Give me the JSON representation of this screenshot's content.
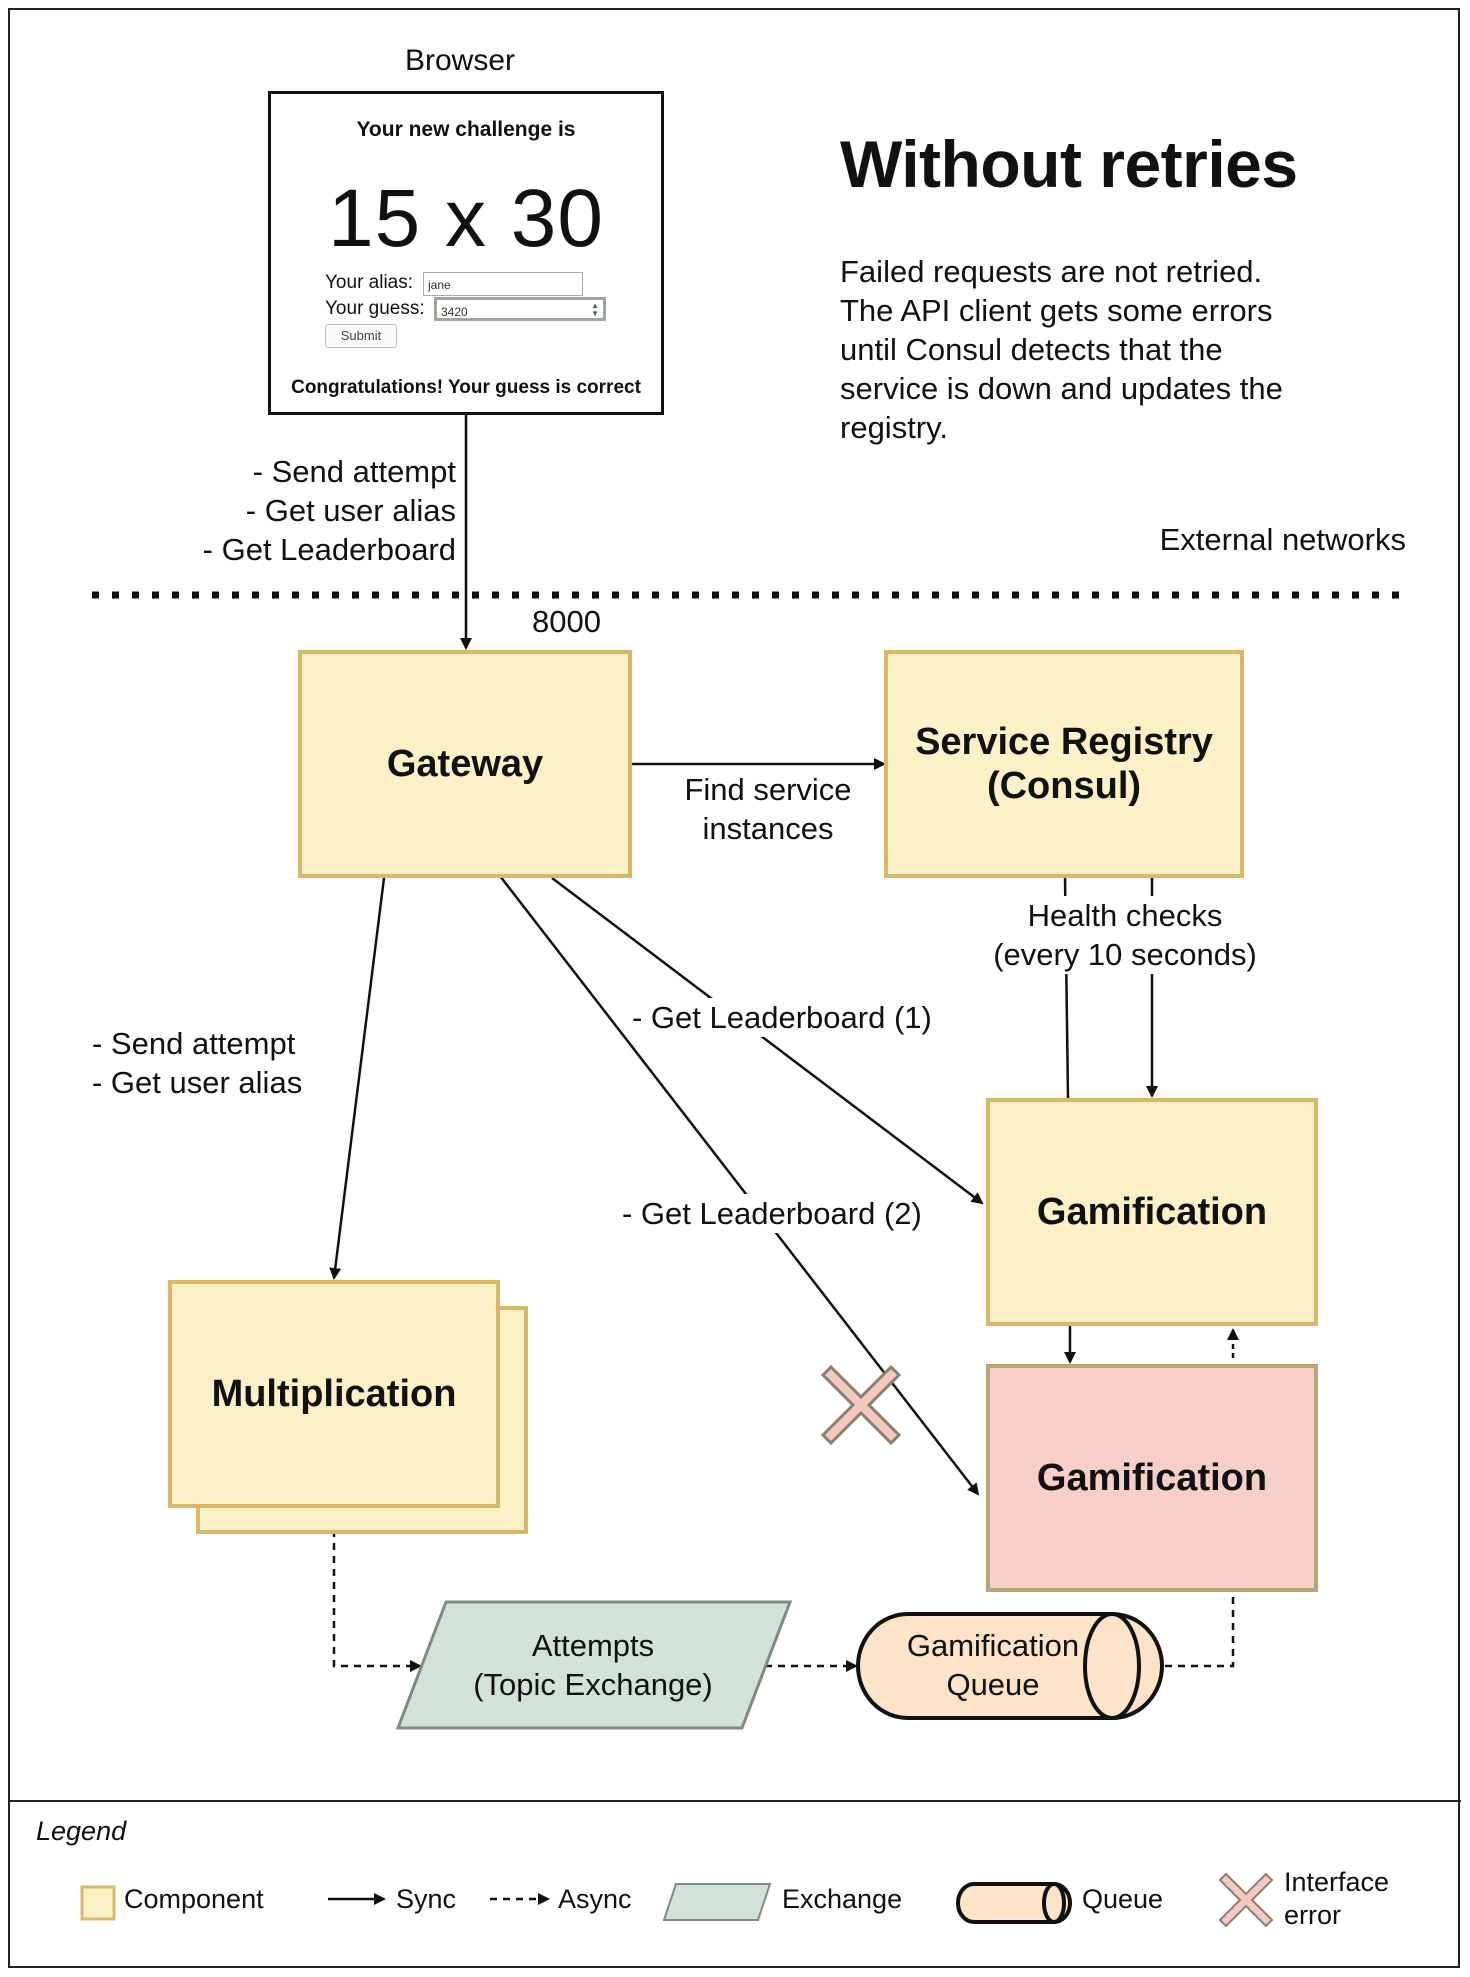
{
  "browser": {
    "title": "Browser",
    "heading": "Your new challenge is",
    "challenge": "15 x 30",
    "alias_label": "Your alias:",
    "alias_value": "jane",
    "guess_label": "Your guess:",
    "guess_value": "3420",
    "submit_label": "Submit",
    "result": "Congratulations! Your guess is correct"
  },
  "header": {
    "title": "Without retries",
    "description": [
      "Failed requests are not retried.",
      "The API client gets some errors",
      "until Consul detects that the",
      "service is down and updates the",
      "registry."
    ]
  },
  "labels": {
    "browser_to_gateway": [
      "- Send attempt",
      "- Get user alias",
      "- Get Leaderboard"
    ],
    "external_networks": "External networks",
    "port": "8000",
    "find_service": [
      "Find service",
      "instances"
    ],
    "health_checks": [
      "Health checks",
      "(every 10 seconds)"
    ],
    "gateway_to_multiplication": [
      "- Send attempt",
      "- Get user alias"
    ],
    "get_leaderboard_1": "- Get Leaderboard (1)",
    "get_leaderboard_2": "- Get Leaderboard (2)"
  },
  "nodes": {
    "gateway": "Gateway",
    "registry": [
      "Service Registry",
      "(Consul)"
    ],
    "gamification_ok": "Gamification",
    "gamification_down": "Gamification",
    "multiplication": "Multiplication",
    "exchange": [
      "Attempts",
      "(Topic Exchange)"
    ],
    "queue": [
      "Gamification",
      "Queue"
    ]
  },
  "legend": {
    "title": "Legend",
    "component": "Component",
    "sync": "Sync",
    "async": "Async",
    "exchange": "Exchange",
    "queue": "Queue",
    "error": [
      "Interface",
      "error"
    ]
  },
  "colors": {
    "component_fill": "#fcf0c6",
    "component_border": "#d9b868",
    "failed_fill": "#f6cfc8",
    "exchange_fill": "#d3e2d6",
    "queue_fill": "#fde3c8",
    "error_fill": "#f2c8bf"
  }
}
